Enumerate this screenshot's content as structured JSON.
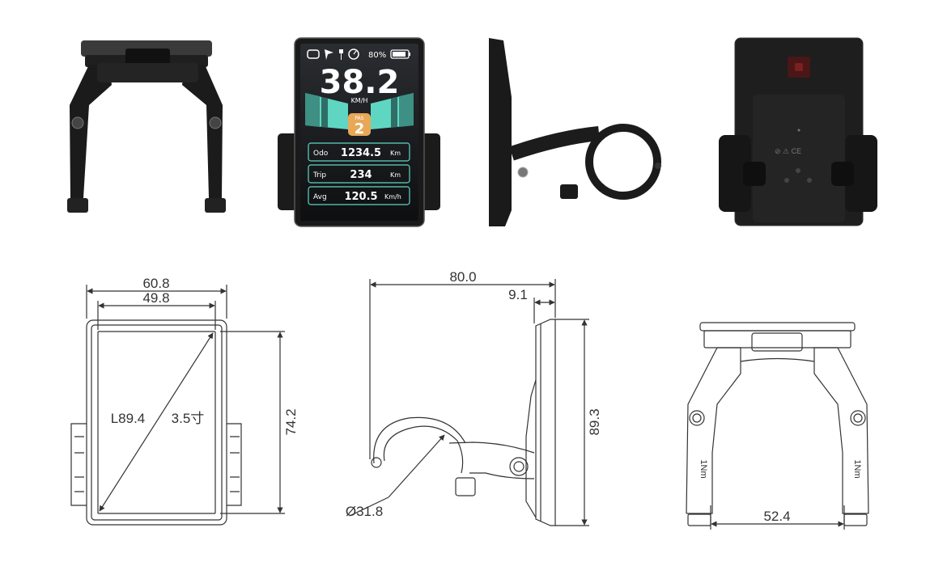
{
  "display": {
    "battery": "80%",
    "speed": "38.2",
    "unit": "KM/H",
    "pas_label": "PAS",
    "pas_level": "2",
    "rows": [
      {
        "label": "Odo",
        "value": "1234.5",
        "unit": "Km"
      },
      {
        "label": "Trip",
        "value": "234",
        "unit": "Km"
      },
      {
        "label": "Avg",
        "value": "120.5",
        "unit": "Km/h"
      }
    ]
  },
  "dimensions": {
    "front_outer_width": "60.8",
    "front_inner_width": "49.8",
    "front_height": "74.2",
    "diagonal": "L89.4",
    "diagonal_inch": "3.5寸",
    "side_depth": "80.0",
    "side_thickness": "9.1",
    "side_height": "89.3",
    "clamp_diameter": "Ø31.8",
    "bracket_width": "52.4"
  },
  "marks": {
    "torque": "1Nm"
  },
  "colors": {
    "accent": "#5fd6c2",
    "pas_badge": "#e8a857",
    "body": "#1c1c1c"
  }
}
